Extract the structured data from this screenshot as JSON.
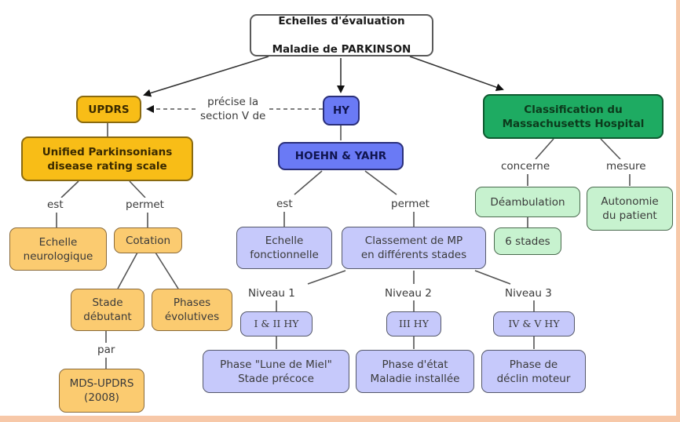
{
  "title": {
    "line1": "Echelles d'évaluation",
    "line2": "Maladie de PARKINSON"
  },
  "colors": {
    "updrs": "#f8bd17",
    "hy": "#6a7af5",
    "massachusetts": "#1eab62",
    "frame": "#f7c8a8"
  },
  "updrs": {
    "acronym": "UPDRS",
    "full_name": "Unified Parkinsonians\ndisease rating scale",
    "link_est": "est",
    "link_permet": "permet",
    "est_node": "Echelle\nneurologique",
    "permet_node": "Cotation",
    "cotation_children": [
      "Stade\ndébutant",
      "Phases\névolutives"
    ],
    "link_par": "par",
    "par_node": "MDS-UPDRS\n(2008)"
  },
  "cross_link": "précise la\nsection V de",
  "hy": {
    "acronym": "HY",
    "full_name": "HOEHN & YAHR",
    "link_est": "est",
    "link_permet": "permet",
    "est_node": "Echelle\nfonctionnelle",
    "permet_node": "Classement de MP\nen différents stades",
    "levels": [
      {
        "label": "Niveau 1",
        "stage": "I & II HY",
        "phase": "Phase \"Lune de Miel\"\nStade précoce"
      },
      {
        "label": "Niveau 2",
        "stage": "III HY",
        "phase": "Phase d'état\nMaladie installée"
      },
      {
        "label": "Niveau 3",
        "stage": "IV & V HY",
        "phase": "Phase de\ndéclin moteur"
      }
    ]
  },
  "massachusetts": {
    "name": "Classification du\nMassachusetts Hospital",
    "link_concerne": "concerne",
    "link_mesure": "mesure",
    "concerne_node": "Déambulation",
    "concerne_child": "6 stades",
    "mesure_node": "Autonomie\ndu patient"
  }
}
